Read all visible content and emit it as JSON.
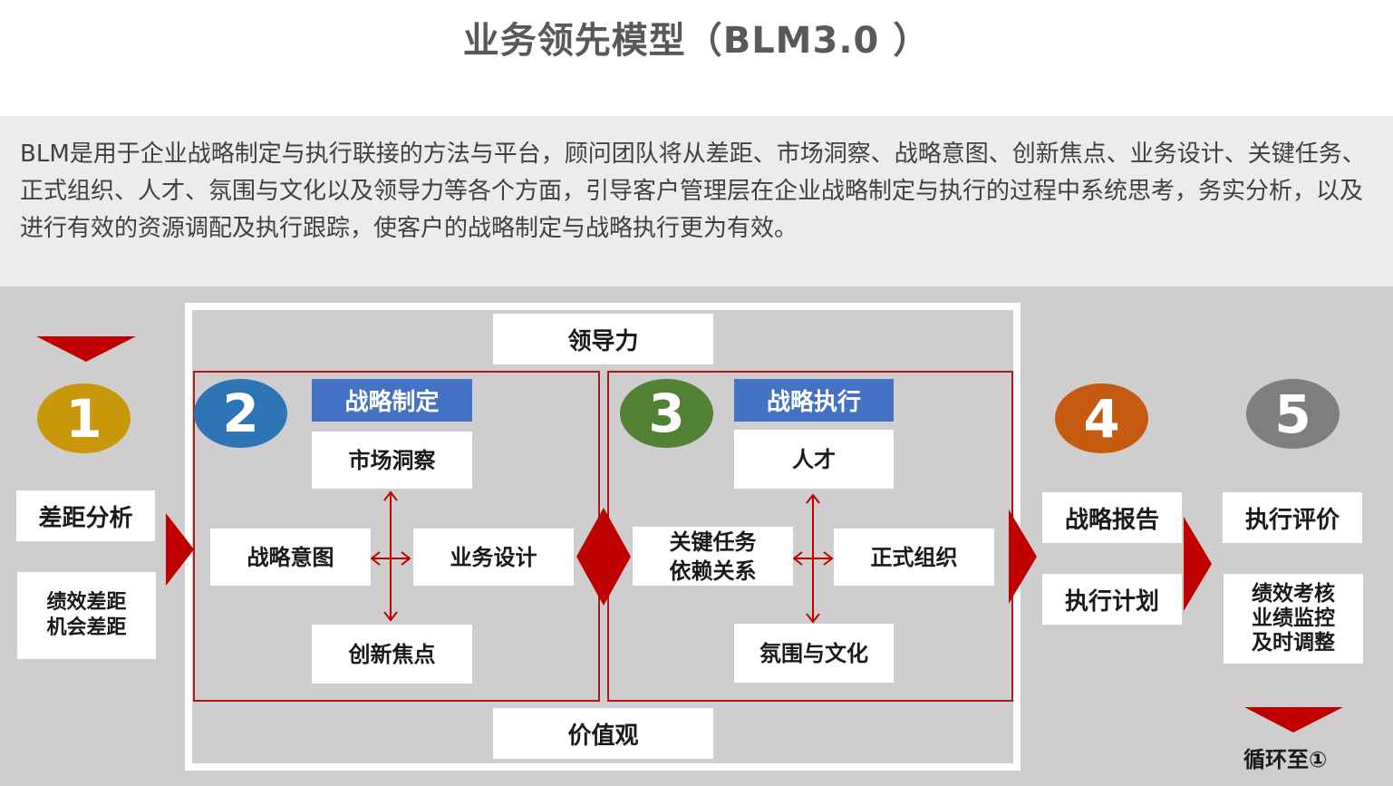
{
  "title": "业务领先模型（BLM3.0 ）",
  "intro": "BLM是用于企业战略制定与执行联接的方法与平台，顾问团队将从差距、市场洞察、战略意图、创新焦点、业务设计、关键任务、正式组织、人才、氛围与文化以及领导力等各个方面，引导客户管理层在企业战略制定与执行的过程中系统思考，务实分析，以及进行有效的资源调配及执行跟踪，使客户的战略制定与战略执行更为有效。",
  "leadership": "领导力",
  "values": "价值观",
  "step1": {
    "number": "1",
    "color": "#c8980a",
    "items": [
      "差距分析",
      "绩效差距\n机会差距"
    ]
  },
  "step2": {
    "number": "2",
    "color": "#2e75b6",
    "header": "战略制定",
    "top": "市场洞察",
    "left": "战略意图",
    "right": "业务设计",
    "bottom": "创新焦点"
  },
  "step3": {
    "number": "3",
    "color": "#548235",
    "header": "战略执行",
    "top": "人才",
    "left": "关键任务\n依赖关系",
    "right": "正式组织",
    "bottom": "氛围与文化"
  },
  "step4": {
    "number": "4",
    "color": "#c55a11",
    "items": [
      "战略报告",
      "执行计划"
    ]
  },
  "step5": {
    "number": "5",
    "color": "#7f7f7f",
    "items": [
      "执行评价",
      "绩效考核\n业绩监控\n及时调整"
    ]
  },
  "loop_label": "循环至①",
  "colors": {
    "arrow_red": "#c00000",
    "header_blue": "#4472c4",
    "frame_red": "#a61c1c"
  }
}
